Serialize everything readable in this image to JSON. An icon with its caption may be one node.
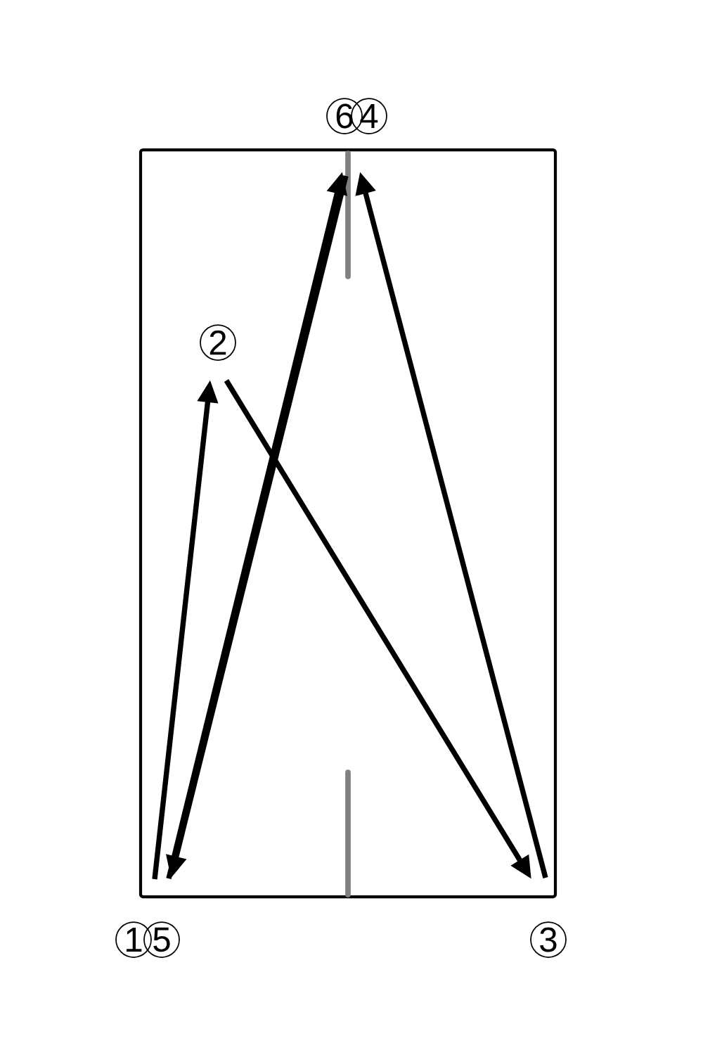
{
  "diagram": {
    "labels": [
      "6",
      "4",
      "2",
      "1",
      "5",
      "3"
    ]
  }
}
